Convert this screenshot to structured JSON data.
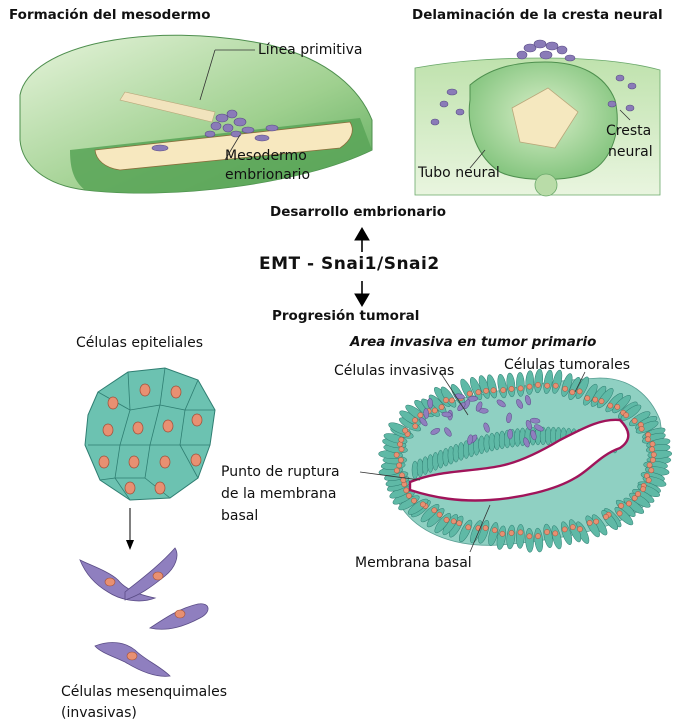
{
  "headings": {
    "mesoderm": "Formación del mesodermo",
    "neural_crest": "Delaminación de la cresta neural",
    "development": "Desarrollo embrionario",
    "emt": "EMT - Snai1/Snai2",
    "progression": "Progresión tumoral",
    "invasive_area": "Area invasiva en tumor primario"
  },
  "labels": {
    "primitive_streak": "Línea primitiva",
    "embryonic_mesoderm_1": "Mesodermo",
    "embryonic_mesoderm_2": "embrionario",
    "neural_tube": "Tubo neural",
    "neural_crest_1": "Cresta",
    "neural_crest_2": "neural",
    "epithelial_cells": "Células epiteliales",
    "invasive_cells": "Células invasivas",
    "tumor_cells": "Células tumorales",
    "rupture_1": "Punto de ruptura",
    "rupture_2": "de la membrana",
    "rupture_3": "basal",
    "basal_membrane": "Membrana basal",
    "mesenchymal_1": "Células mesenquimales",
    "mesenchymal_2": "(invasivas)"
  },
  "colors": {
    "embryo_green": "#7fc27a",
    "embryo_light": "#cfe8c0",
    "mesoderm_fill": "#f7e8bf",
    "cell_purple": "#8a7bb8",
    "epithelial_teal": "#5cb8a8",
    "nucleus": "#e89072",
    "membrane": "#a0145a"
  }
}
